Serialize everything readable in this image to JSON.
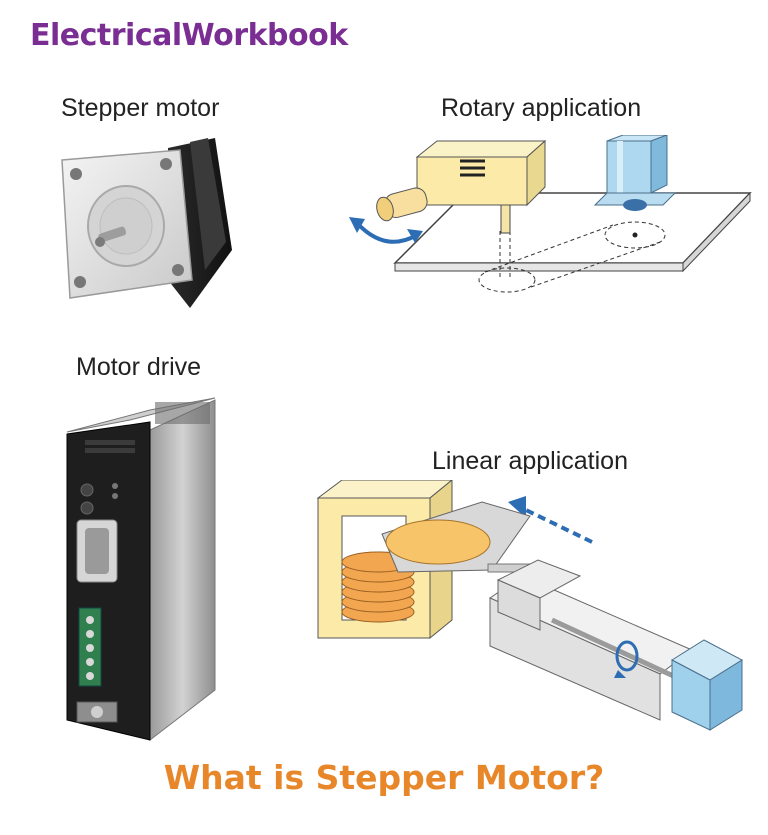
{
  "brand": {
    "text": "ElectricalWorkbook",
    "color": "#7a2d93"
  },
  "panels": {
    "stepper_motor": {
      "label": "Stepper motor",
      "icon": "stepper-motor-illustration"
    },
    "rotary_application": {
      "label": "Rotary application",
      "icon": "rotary-application-illustration"
    },
    "motor_drive": {
      "label": "Motor drive",
      "icon": "motor-drive-illustration"
    },
    "linear_application": {
      "label": "Linear application",
      "icon": "linear-application-illustration"
    }
  },
  "footer": {
    "text": "What is Stepper Motor?",
    "color": "#e8872a"
  }
}
